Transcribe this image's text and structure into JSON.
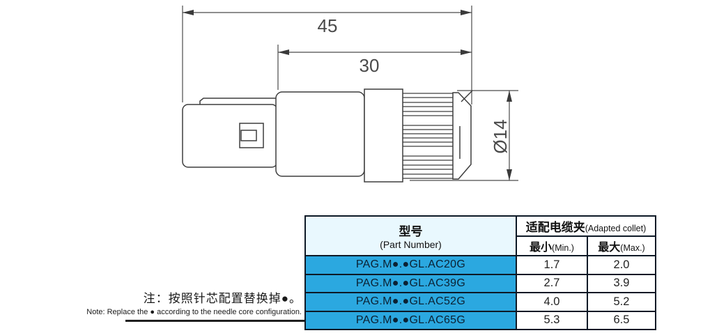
{
  "drawing": {
    "dim_overall_length": "45",
    "dim_front_length": "30",
    "dim_diameter": "Ø14"
  },
  "note": {
    "zh": "注：按照针芯配置替换掉●。",
    "en": "Note: Replace the ● according to the needle core configuration."
  },
  "table": {
    "part_header_zh": "型号",
    "part_header_en": "(Part Number)",
    "collet_header_zh": "适配电缆夹",
    "collet_header_en": "(Adapted collet)",
    "min_header_zh": "最小",
    "min_header_en": "(Min.)",
    "max_header_zh": "最大",
    "max_header_en": "(Max.)",
    "rows": [
      {
        "part": "PAG.M●.●GL.AC20G",
        "min": "1.7",
        "max": "2.0"
      },
      {
        "part": "PAG.M●.●GL.AC39G",
        "min": "2.7",
        "max": "3.9"
      },
      {
        "part": "PAG.M●.●GL.AC52G",
        "min": "4.0",
        "max": "5.2"
      },
      {
        "part": "PAG.M●.●GL.AC65G",
        "min": "5.3",
        "max": "6.5"
      }
    ]
  },
  "colors": {
    "row_blue": "#2ba8e0",
    "header_light_cyan": "#e9f8fe",
    "cyan_border": "#33b5e8",
    "dark_border": "#0d1926",
    "line_gray": "#3d3d3d"
  }
}
